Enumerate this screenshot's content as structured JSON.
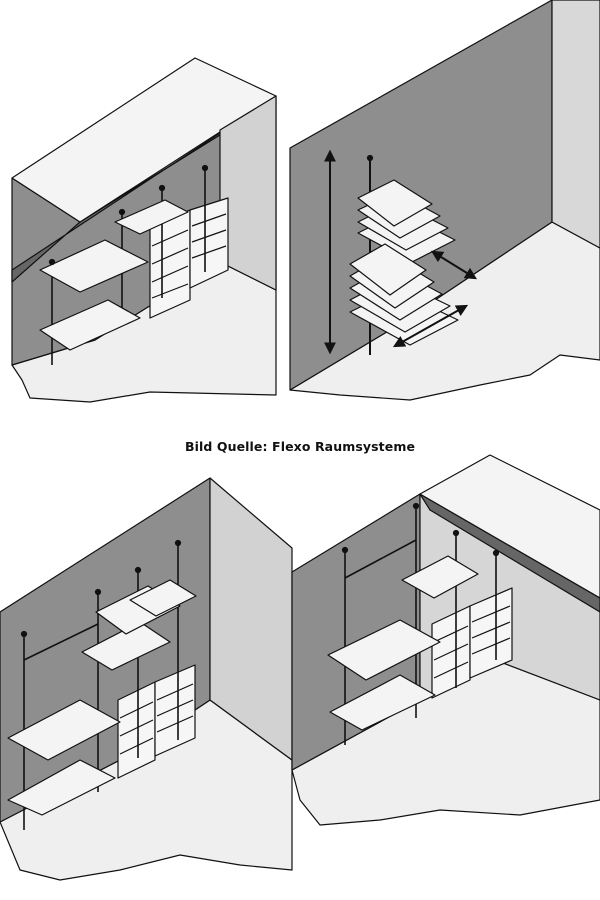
{
  "caption": "Bild Quelle: Flexo Raumsysteme",
  "palette": {
    "back_wall": "#8e8e8e",
    "side_wall": "#d2d2d2",
    "ceiling": "#f2f2f2",
    "slope": "#6a6a6a",
    "floor": "#eeeeee",
    "shelf": "#f4f4f4",
    "line": "#111111"
  },
  "panels": [
    {
      "name": "attic-wardrobe-illustration"
    },
    {
      "name": "adjustable-shelves-illustration"
    },
    {
      "name": "corner-wardrobe-illustration"
    },
    {
      "name": "sloped-corner-wardrobe-illustration"
    }
  ]
}
